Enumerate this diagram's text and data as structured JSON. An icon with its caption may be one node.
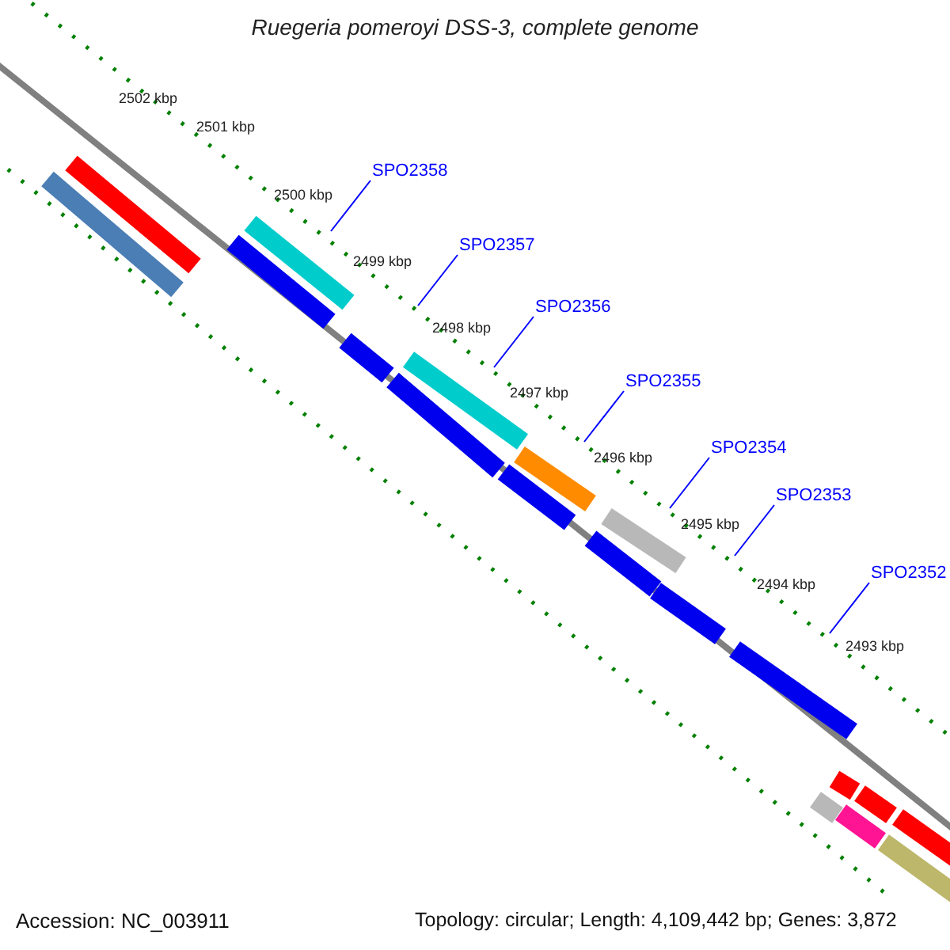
{
  "diagram": {
    "title": "Ruegeria pomeroyi DSS-3, complete genome",
    "nodes": [
      {
        "text": [
          "SPO2358"
        ]
      },
      {
        "text": [
          "SPO2357"
        ]
      },
      {
        "text": [
          "SPO2356"
        ]
      },
      {
        "text": [
          "SPO2355"
        ]
      },
      {
        "text": [
          "SPO2354"
        ]
      },
      {
        "text": [
          "SPO2353"
        ]
      },
      {
        "text": [
          "SPO2352"
        ]
      }
    ],
    "edges": [
      {
        "from": 0,
        "to": null,
        "arrow": "none"
      },
      {
        "from": 1,
        "to": null,
        "arrow": "none"
      },
      {
        "from": 2,
        "to": null,
        "arrow": "none"
      },
      {
        "from": 3,
        "to": null,
        "arrow": "none"
      },
      {
        "from": 4,
        "to": null,
        "arrow": "none"
      },
      {
        "from": 5,
        "to": null,
        "arrow": "none"
      },
      {
        "from": 6,
        "to": null,
        "arrow": "none"
      }
    ],
    "labels": [
      "2502 kbp",
      "2501 kbp",
      "2500 kbp",
      "2499 kbp",
      "2498 kbp",
      "2497 kbp",
      "2496 kbp",
      "2495 kbp",
      "2494 kbp",
      "2493 kbp",
      "Accession: NC_003911",
      "Topology: circular; Length: 4,109,442 bp; Genes: 3,872"
    ]
  }
}
